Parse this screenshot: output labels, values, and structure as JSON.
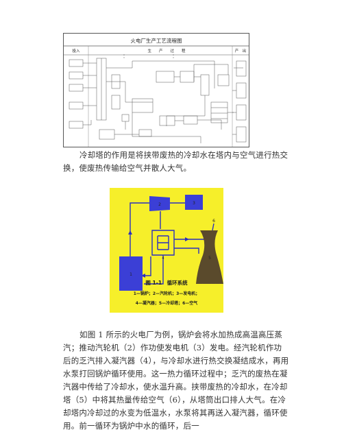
{
  "flowchart": {
    "title": "火电厂生产工艺流程图",
    "col_input": "投入",
    "col_process": "生　　产　　过　　程",
    "col_output": "产　出"
  },
  "paragraph1": "冷却塔的作用是将挟带废热的冷却水在塔内与空气进行热交换，使废热传输给空气并散人大气。",
  "figure2": {
    "title": "图 1-1　循环系统",
    "legend_line1": "1—锅炉；2—汽轮机；3—发电机；",
    "legend_line2": "4—凝汽器；5—冷却塔；6—空气",
    "labels": {
      "boiler": "1",
      "turbine": "2",
      "generator": "3",
      "condenser": "4",
      "tower": "5",
      "air": "6"
    }
  },
  "paragraph2": "如图 1 所示的火电厂为例，锅炉会将水加热成高温高压蒸汽；推动汽轮机（2）作功使发电机（3）发电。经汽轮机作功后的乏汽排入凝汽器（4），与冷却水进行热交换凝结成水，再用水泵打回锅炉循环使用。这一热力循环过程中；乏汽的废热在凝汽器中传给了冷却水，使水温升高。挟带废热的冷却水，在冷却塔（5）中将其热量传给空气（6），从塔筒出口排人大气。在冷却塔内冷却过的水变为低温水，水泵将其再送入凝汽器，循环使用。前一循环为锅炉中水的循环，后一",
  "colors": {
    "figure_bg": "#f6ef2a",
    "equipment_blue": "#3b3fd6",
    "line_blue": "#2a2fc0"
  }
}
